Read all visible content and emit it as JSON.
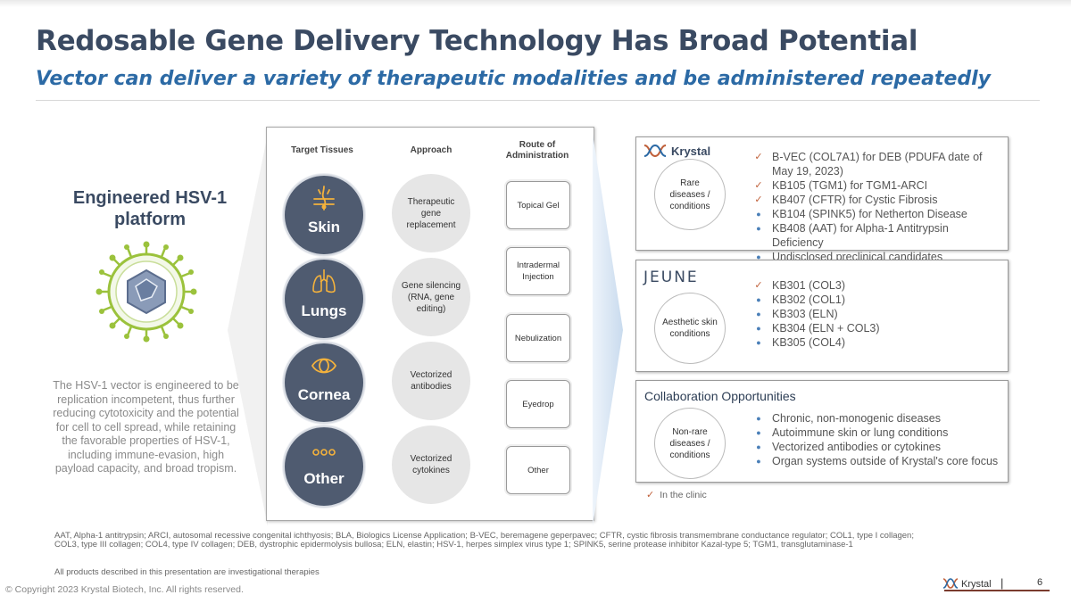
{
  "slide": {
    "title": "Redosable Gene Delivery Technology Has Broad Potential",
    "subtitle": "Vector can deliver a variety of therapeutic modalities and be administered repeatedly"
  },
  "platform": {
    "title": "Engineered HSV-1 platform",
    "description": "The HSV-1 vector is engineered to be replication incompetent, thus further reducing cytotoxicity and the potential for cell to cell spread, while retaining the favorable properties of HSV-1, including immune-evasion, high payload capacity, and broad tropism."
  },
  "table": {
    "headers": {
      "tissues": "Target Tissues",
      "approach": "Approach",
      "route": "Route of Administration"
    },
    "tissues": [
      {
        "label": "Skin",
        "icon": "skin-icon"
      },
      {
        "label": "Lungs",
        "icon": "lungs-icon"
      },
      {
        "label": "Cornea",
        "icon": "eye-icon"
      },
      {
        "label": "Other",
        "icon": "dots-icon"
      }
    ],
    "approaches": [
      "Therapeutic gene replacement",
      "Gene silencing (RNA, gene editing)",
      "Vectorized antibodies",
      "Vectorized cytokines"
    ],
    "routes": [
      "Topical Gel",
      "Intradermal Injection",
      "Nebulization",
      "Eyedrop",
      "Other"
    ]
  },
  "panels": {
    "krystal": {
      "logo_text": "Krystal",
      "circle": "Rare diseases / conditions",
      "items": [
        {
          "text": "B-VEC (COL7A1) for DEB (PDUFA date of May 19, 2023)",
          "marker": "check"
        },
        {
          "text": "KB105 (TGM1) for TGM1-ARCI",
          "marker": "check"
        },
        {
          "text": "KB407 (CFTR) for Cystic Fibrosis",
          "marker": "check"
        },
        {
          "text": "KB104 (SPINK5) for Netherton Disease",
          "marker": "dot"
        },
        {
          "text": "KB408 (AAT) for Alpha-1 Antitrypsin Deficiency",
          "marker": "dot"
        },
        {
          "text": "Undisclosed preclinical candidates",
          "marker": "dot"
        }
      ]
    },
    "jeune": {
      "logo_text": "JEUNE",
      "circle": "Aesthetic skin conditions",
      "items": [
        {
          "text": "KB301 (COL3)",
          "marker": "check"
        },
        {
          "text": "KB302 (COL1)",
          "marker": "dot"
        },
        {
          "text": "KB303 (ELN)",
          "marker": "dot"
        },
        {
          "text": "KB304 (ELN + COL3)",
          "marker": "dot"
        },
        {
          "text": "KB305 (COL4)",
          "marker": "dot"
        }
      ]
    },
    "collab": {
      "heading": "Collaboration Opportunities",
      "circle": "Non-rare diseases / conditions",
      "items": [
        {
          "text": "Chronic, non-monogenic diseases",
          "marker": "dot"
        },
        {
          "text": "Autoimmune skin or lung conditions",
          "marker": "dot"
        },
        {
          "text": "Vectorized antibodies or cytokines",
          "marker": "dot"
        },
        {
          "text": "Organ systems outside of Krystal's core focus",
          "marker": "dot"
        }
      ]
    },
    "legend": "In the clinic"
  },
  "footer": {
    "abbreviations": "AAT, Alpha-1 antitrypsin; ARCI, autosomal recessive congenital ichthyosis; BLA, Biologics License Application; B-VEC, beremagene geperpavec; CFTR, cystic fibrosis transmembrane conductance regulator; COL1, type I collagen; COL3, type III collagen; COL4, type IV collagen; DEB, dystrophic epidermolysis bullosa; ELN, elastin; HSV-1, herpes simplex virus type 1; SPINK5, serine protease inhibitor Kazal-type 5; TGM1, transglutaminase-1",
    "investigational": "All products described in this presentation are investigational therapies",
    "copyright": "© Copyright 2023 Krystal Biotech, Inc. All rights reserved.",
    "logo_text": "Krystal",
    "separator": "|",
    "page": "6"
  },
  "colors": {
    "title": "#3a4a62",
    "subtitle": "#2c6aa5",
    "tissue_circle": "#4f5b70",
    "approach_circle": "#e6e6e6",
    "check": "#c0603a",
    "bullet": "#4a7fb8"
  }
}
